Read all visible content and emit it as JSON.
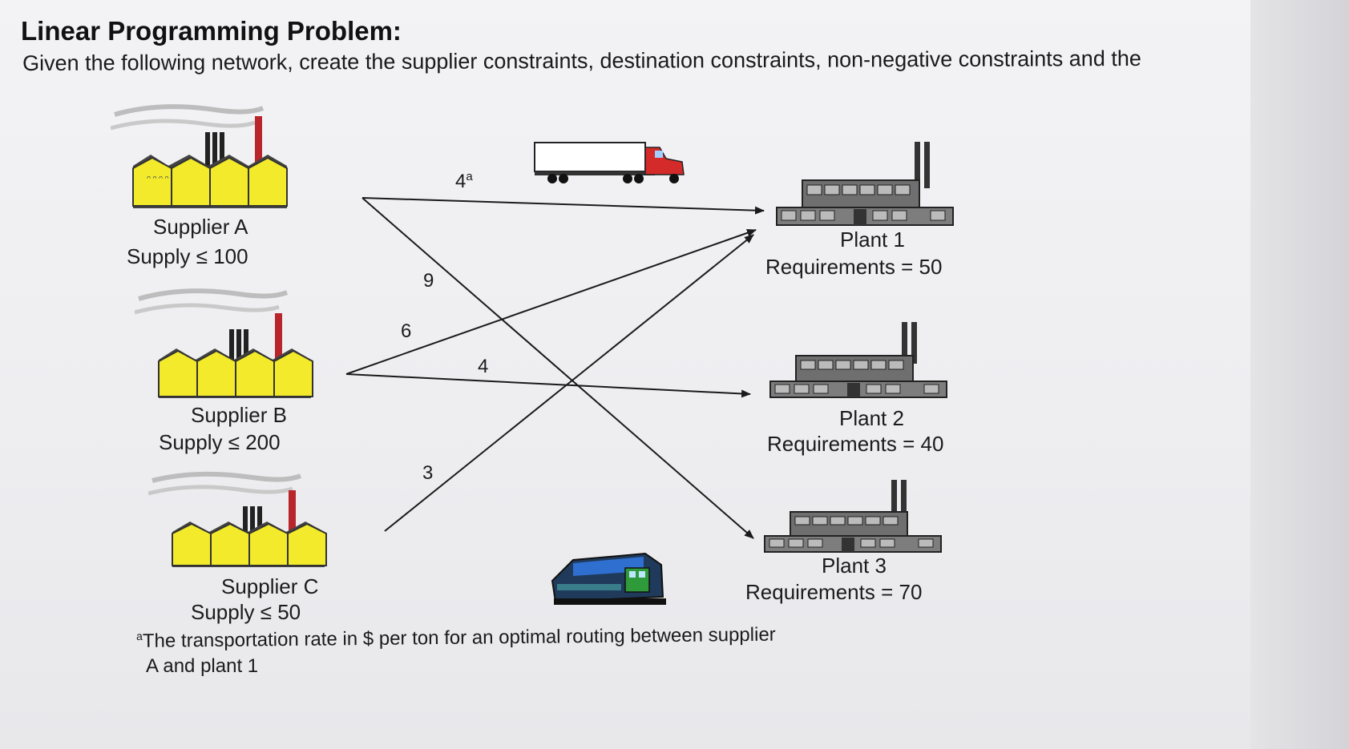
{
  "title": "Linear Programming Problem:",
  "subtitle": "Given the following network, create the supplier constraints, destination constraints, non-negative constraints and the",
  "suppliers": [
    {
      "name": "Supplier A",
      "supply": "Supply ≤ 100"
    },
    {
      "name": "Supplier B",
      "supply": "Supply ≤ 200"
    },
    {
      "name": "Supplier C",
      "supply": "Supply ≤ 50"
    }
  ],
  "plants": [
    {
      "name": "Plant 1",
      "requirement": "Requirements = 50"
    },
    {
      "name": "Plant 2",
      "requirement": "Requirements = 40"
    },
    {
      "name": "Plant 3",
      "requirement": "Requirements = 70"
    }
  ],
  "routes": [
    {
      "from": "Supplier A",
      "to": "Plant 1",
      "rate": "4",
      "note": "a"
    },
    {
      "from": "Supplier A",
      "to": "Plant 3",
      "rate": "9"
    },
    {
      "from": "Supplier B",
      "to": "Plant 1",
      "rate": "6"
    },
    {
      "from": "Supplier B",
      "to": "Plant 2",
      "rate": "4"
    },
    {
      "from": "Supplier C",
      "to": "Plant 1",
      "rate": "3"
    }
  ],
  "footnote": {
    "marker": "a",
    "line1": "The transportation rate in $ per ton for an optimal routing between supplier",
    "line2": "A and plant 1"
  },
  "colors": {
    "factory": "#f2ea2a",
    "chimney": "#b8252b",
    "truck": "#d42a2a",
    "train": "#2f6fd0"
  },
  "icons": [
    "factory-icon",
    "plant-icon",
    "truck-icon",
    "train-icon"
  ]
}
